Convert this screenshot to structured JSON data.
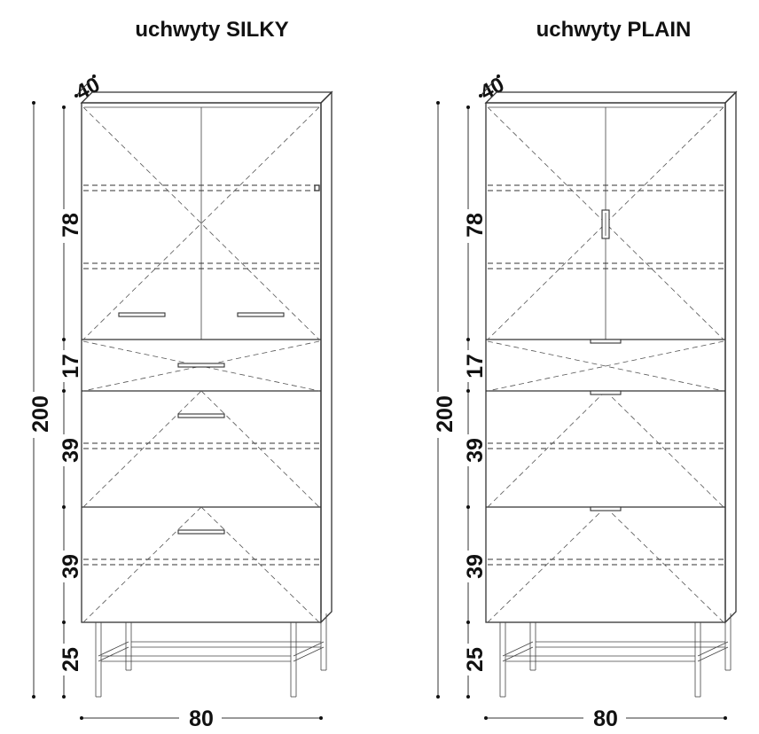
{
  "left": {
    "title": "uchwyty SILKY",
    "depth": "40",
    "height_total": "200",
    "width": "80",
    "sections": [
      "78",
      "17",
      "39",
      "39",
      "25"
    ]
  },
  "right": {
    "title": "uchwyty PLAIN",
    "depth": "40",
    "height_total": "200",
    "width": "80",
    "sections": [
      "78",
      "17",
      "39",
      "39",
      "25"
    ]
  }
}
